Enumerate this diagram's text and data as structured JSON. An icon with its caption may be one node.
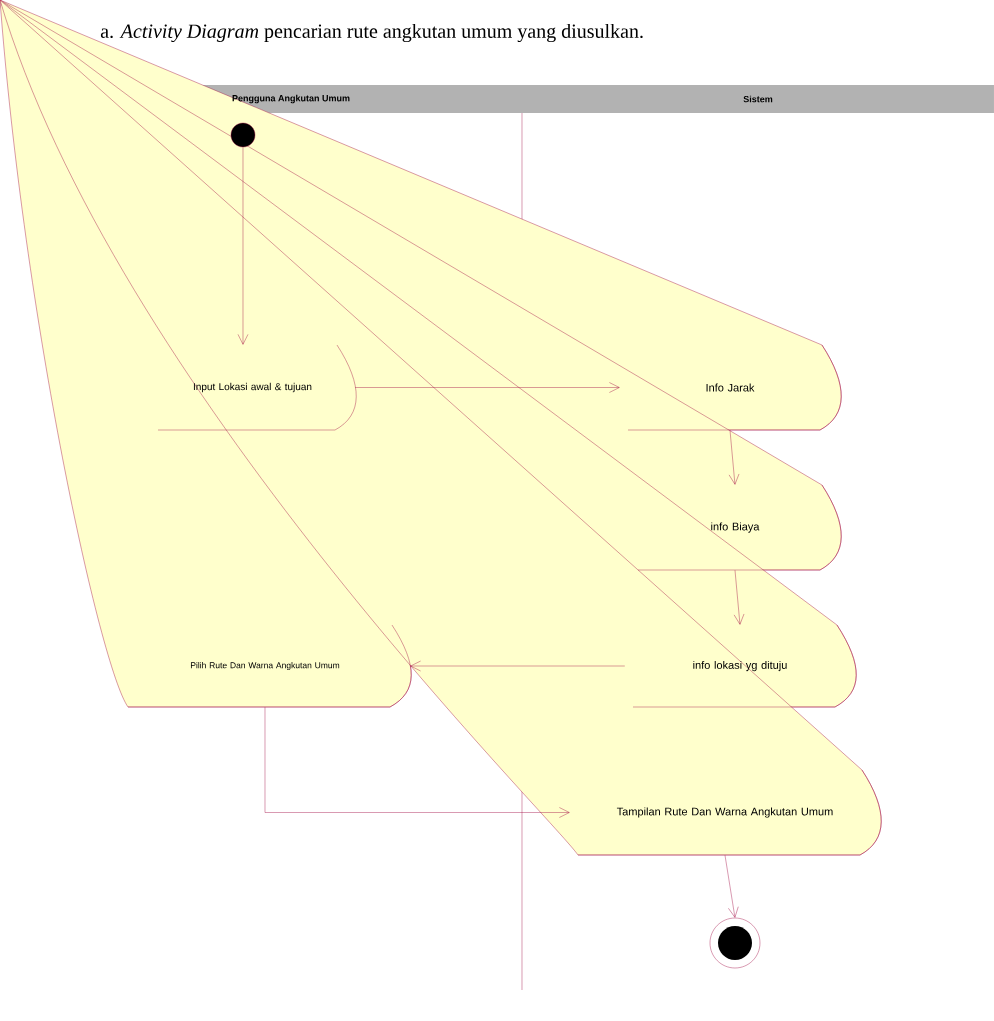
{
  "diagram": {
    "title": "a. *Activity Diagram* pencarian rute angkutan umum yang diusulkan.",
    "nodes": [
      {
        "text": [
          "Pengguna Angkutan Umum"
        ]
      },
      {
        "text": [
          "Sistem"
        ]
      },
      {
        "text": [],
        "shape": "circle"
      },
      {
        "text": [
          "Input Lokasi awal & tujuan"
        ]
      },
      {
        "text": [
          "Info Jarak"
        ]
      },
      {
        "text": [
          "info Biaya"
        ]
      },
      {
        "text": [
          "Pilih Rute Dan Warna Angkutan Umum"
        ]
      },
      {
        "text": [
          "info lokasi yg dituju"
        ]
      },
      {
        "text": [
          "Tampilan Rute Dan Warna Angkutan Umum"
        ]
      },
      {
        "text": [],
        "shape": "circle"
      }
    ],
    "edges": [
      {
        "from": 2,
        "to": 3,
        "arrow": "to"
      },
      {
        "from": 3,
        "to": 4,
        "arrow": "to"
      },
      {
        "from": 4,
        "to": 5,
        "arrow": "to"
      },
      {
        "from": 5,
        "to": 7,
        "arrow": "to"
      },
      {
        "from": 7,
        "to": 6,
        "arrow": "to"
      },
      {
        "from": 6,
        "to": 8,
        "arrow": "to"
      },
      {
        "from": 8,
        "to": 9,
        "arrow": "to"
      }
    ]
  }
}
